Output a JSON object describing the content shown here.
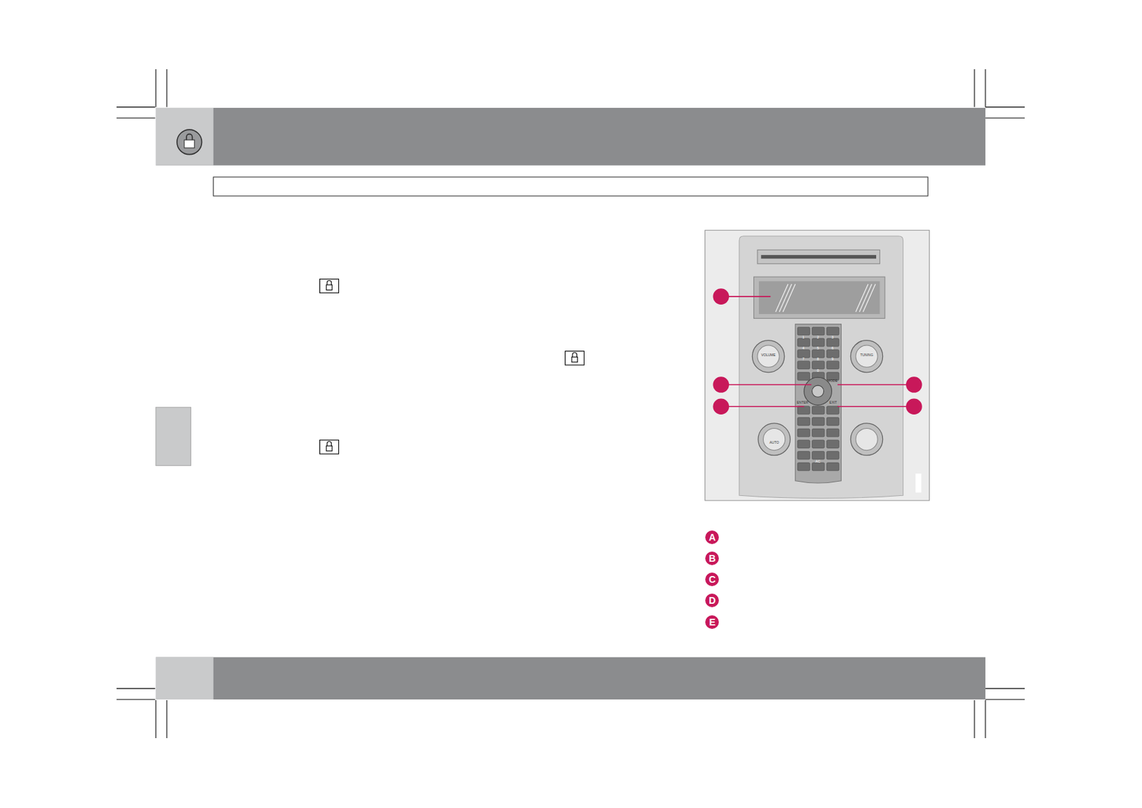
{
  "diagram": {
    "nodes": [
      {
        "text": [
          "A"
        ]
      },
      {
        "text": [
          "B"
        ]
      },
      {
        "text": [
          "C"
        ]
      },
      {
        "text": [
          "D"
        ]
      },
      {
        "text": [
          "E"
        ]
      }
    ],
    "labels": [
      "1",
      "2",
      "3",
      "4",
      "5",
      "6",
      "7",
      "8",
      "9",
      "0",
      "VOLUME",
      "TUNING",
      "MODE",
      "ENTER",
      "EXIT",
      "AUTO",
      "AC"
    ]
  }
}
